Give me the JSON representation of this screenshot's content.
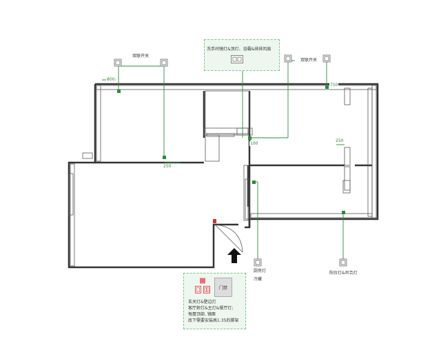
{
  "labels": {
    "dual_switch_left": "双联开关",
    "dual_switch_right": "双联开关",
    "dim_800": "800",
    "dim_250_a": "250",
    "dim_100": "100",
    "dim_750": "750",
    "dim_250_b": "250",
    "kitchen_light": "厨房灯",
    "fridge": "冷藏",
    "balcony_light": "阳台灯&吊合灯"
  },
  "notes": {
    "top": "洗手间镜灯&顶灯、浴霸&排排风扇",
    "bottom_lines": [
      "玄关灯&壁边灯",
      "客厅射灯&主灯&餐厅灯;",
      "每層顶部, 镜面",
      "底下需要安装高1.35的脚架"
    ],
    "door_label": "门禁"
  },
  "colors": {
    "wall": "#333333",
    "wire": "#2d8a3a",
    "note_border": "#7cc486",
    "note_fill": "#eef7ef",
    "switch_pink": "#e8707e",
    "switch_red": "#d33030"
  }
}
